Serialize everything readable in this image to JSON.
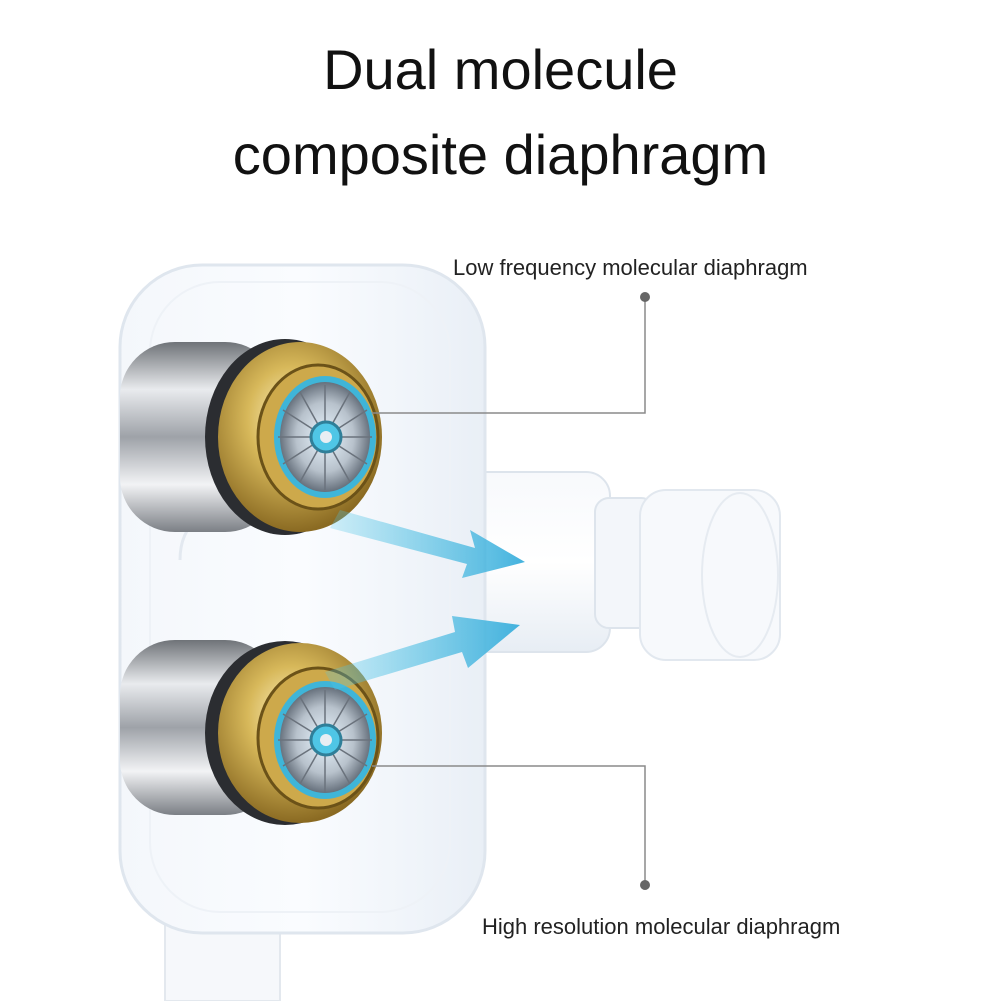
{
  "title": {
    "line1": "Dual molecule",
    "line2": "composite diaphragm"
  },
  "callouts": {
    "low_frequency": "Low frequency molecular diaphragm",
    "high_resolution": "High resolution molecular diaphragm"
  },
  "colors": {
    "background": "#ffffff",
    "housing": "#eef3f8",
    "gold_ring": "#c9a94e",
    "silver_driver": "#b9bcc2",
    "arrow": "#4fc6e6",
    "leader_line": "#8a8a8a"
  },
  "icons": [
    "speaker-driver-icon",
    "sound-flow-arrow-icon"
  ]
}
